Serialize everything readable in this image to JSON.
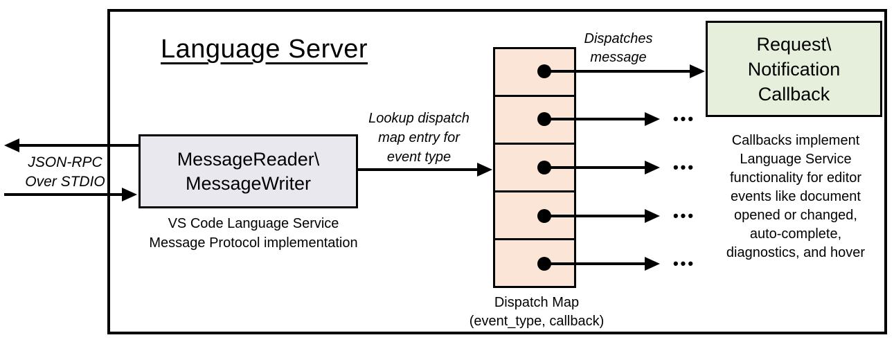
{
  "title": "Language Server",
  "io_label": "JSON-RPC\nOver STDIO",
  "reader_box": {
    "lines": [
      "MessageReader\\",
      "MessageWriter"
    ],
    "caption": "VS Code Language Service\nMessage Protocol implementation",
    "fill": "#EAE8EF"
  },
  "lookup_label": "Lookup dispatch\nmap entry for\nevent type",
  "dispatch_map": {
    "caption": "Dispatch Map\n(event_type, callback)",
    "cell_count": 5,
    "fill": "#FBE5D6",
    "dispatches_label": "Dispatches\nmessage",
    "ellipsis": "•••"
  },
  "callback_box": {
    "label": "Request\\\nNotification\nCallback",
    "fill": "#E6EFDC"
  },
  "callbacks_note": "Callbacks implement\nLanguage Service\nfunctionality for editor\nevents like document\nopened or changed,\nauto-complete,\ndiagnostics, and hover",
  "colors": {
    "border": "#000000",
    "background": "#FFFFFF",
    "reader_box_fill": "#EAE8EF",
    "dispatch_cell_fill": "#FBE5D6",
    "callback_box_fill": "#E6EFDC"
  }
}
